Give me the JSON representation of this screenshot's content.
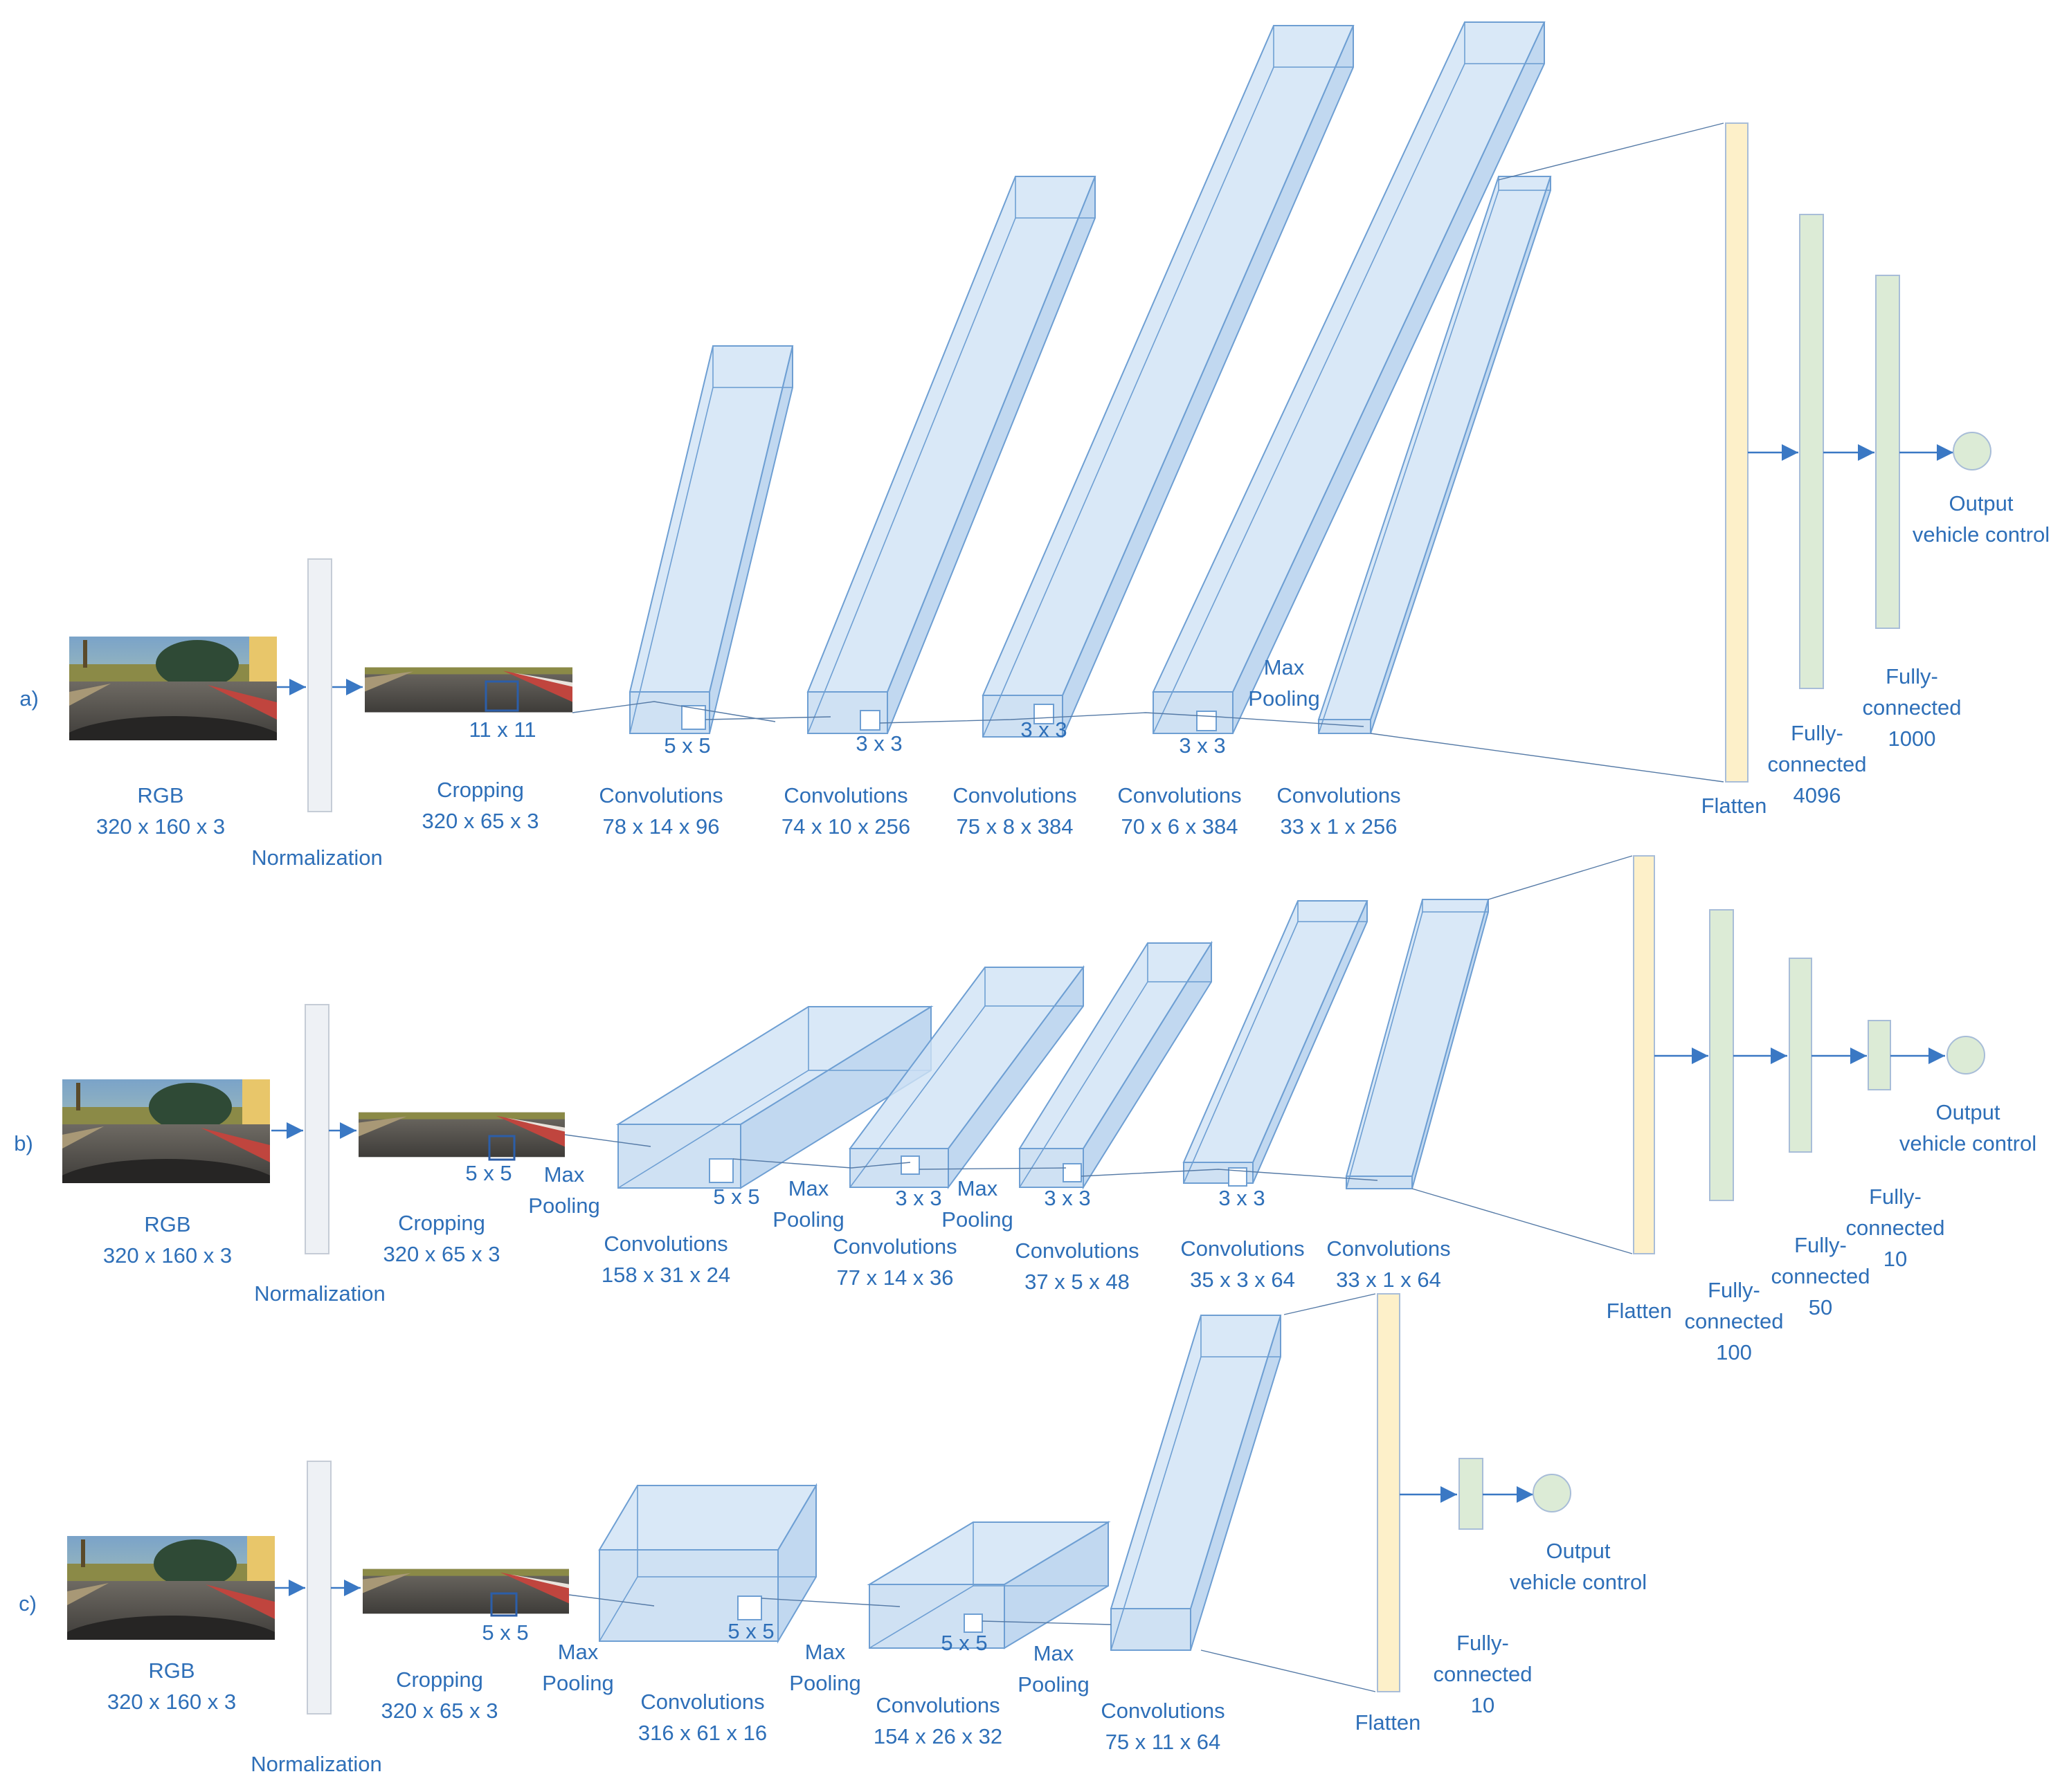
{
  "panels": [
    {
      "tag": "a)",
      "input": {
        "title": "RGB",
        "dims": "320 x 160 x 3"
      },
      "normalization": "Normalization",
      "cropping": {
        "title": "Cropping",
        "dims": "320 x 65 x 3",
        "kernel": "11 x 11"
      },
      "kernels": [
        "5 x 5",
        "3 x 3",
        "3 x 3",
        "3 x 3"
      ],
      "pool_label": [
        "Max",
        "Pooling"
      ],
      "convs": [
        {
          "title": "Convolutions",
          "dims": "78 x 14 x 96"
        },
        {
          "title": "Convolutions",
          "dims": "74 x 10 x 256"
        },
        {
          "title": "Convolutions",
          "dims": "75 x 8 x 384"
        },
        {
          "title": "Convolutions",
          "dims": "70 x 6 x 384"
        },
        {
          "title": "Convolutions",
          "dims": "33 x 1 x 256"
        }
      ],
      "flatten": "Flatten",
      "fc": [
        {
          "line1": "Fully-",
          "line2": "connected",
          "line3": "4096"
        },
        {
          "line1": "Fully-",
          "line2": "connected",
          "line3": "1000"
        }
      ],
      "output": {
        "line1": "Output",
        "line2": "vehicle control"
      }
    },
    {
      "tag": "b)",
      "input": {
        "title": "RGB",
        "dims": "320 x 160 x 3"
      },
      "normalization": "Normalization",
      "cropping": {
        "title": "Cropping",
        "dims": "320 x 65 x 3",
        "kernel": "5 x 5"
      },
      "kernels": [
        "5 x 5",
        "3 x 3",
        "3 x 3",
        "3 x 3"
      ],
      "pool_label": [
        "Max",
        "Pooling"
      ],
      "convs": [
        {
          "title": "Convolutions",
          "dims": "158 x 31 x 24"
        },
        {
          "title": "Convolutions",
          "dims": "77 x 14 x 36"
        },
        {
          "title": "Convolutions",
          "dims": "37 x 5 x 48"
        },
        {
          "title": "Convolutions",
          "dims": "35 x 3 x 64"
        },
        {
          "title": "Convolutions",
          "dims": "33 x 1 x 64"
        }
      ],
      "flatten": "Flatten",
      "fc": [
        {
          "line1": "Fully-",
          "line2": "connected",
          "line3": "100"
        },
        {
          "line1": "Fully-",
          "line2": "connected",
          "line3": "50"
        },
        {
          "line1": "Fully-",
          "line2": "connected",
          "line3": "10"
        }
      ],
      "output": {
        "line1": "Output",
        "line2": "vehicle control"
      }
    },
    {
      "tag": "c)",
      "input": {
        "title": "RGB",
        "dims": "320 x 160 x 3"
      },
      "normalization": "Normalization",
      "cropping": {
        "title": "Cropping",
        "dims": "320 x 65 x 3",
        "kernel": "5 x 5"
      },
      "kernels": [
        "5 x 5",
        "5 x 5"
      ],
      "pool_label": [
        "Max",
        "Pooling"
      ],
      "convs": [
        {
          "title": "Convolutions",
          "dims": "316 x 61 x 16"
        },
        {
          "title": "Convolutions",
          "dims": "154 x 26 x 32"
        },
        {
          "title": "Convolutions",
          "dims": "75 x 11 x 64"
        }
      ],
      "flatten": "Flatten",
      "fc": [
        {
          "line1": "Fully-",
          "line2": "connected",
          "line3": "10"
        }
      ],
      "output": {
        "line1": "Output",
        "line2": "vehicle control"
      }
    }
  ],
  "colors": {
    "text": "#2e6fb8",
    "volume": "#bcd6ef",
    "flatten": "#fdf0c9",
    "dense": "#dcebd6",
    "normalization": "#eef1f5"
  }
}
